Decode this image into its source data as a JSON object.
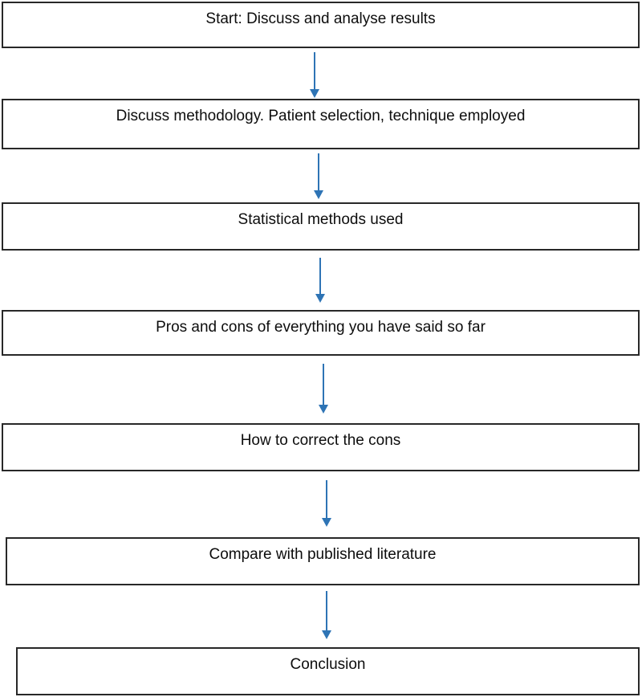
{
  "flowchart": {
    "steps": [
      {
        "label": "Start: Discuss and analyse results"
      },
      {
        "label": "Discuss methodology. Patient selection, technique employed"
      },
      {
        "label": "Statistical methods used"
      },
      {
        "label": "Pros and cons of everything you have said so far"
      },
      {
        "label": "How to correct the cons"
      },
      {
        "label": "Compare with published literature"
      },
      {
        "label": "Conclusion"
      }
    ],
    "colors": {
      "box_border": "#282828",
      "box_fill": "#ffffff",
      "arrow": "#2e74b5",
      "text": "#0d0d0d",
      "background": "#ffffff"
    }
  }
}
